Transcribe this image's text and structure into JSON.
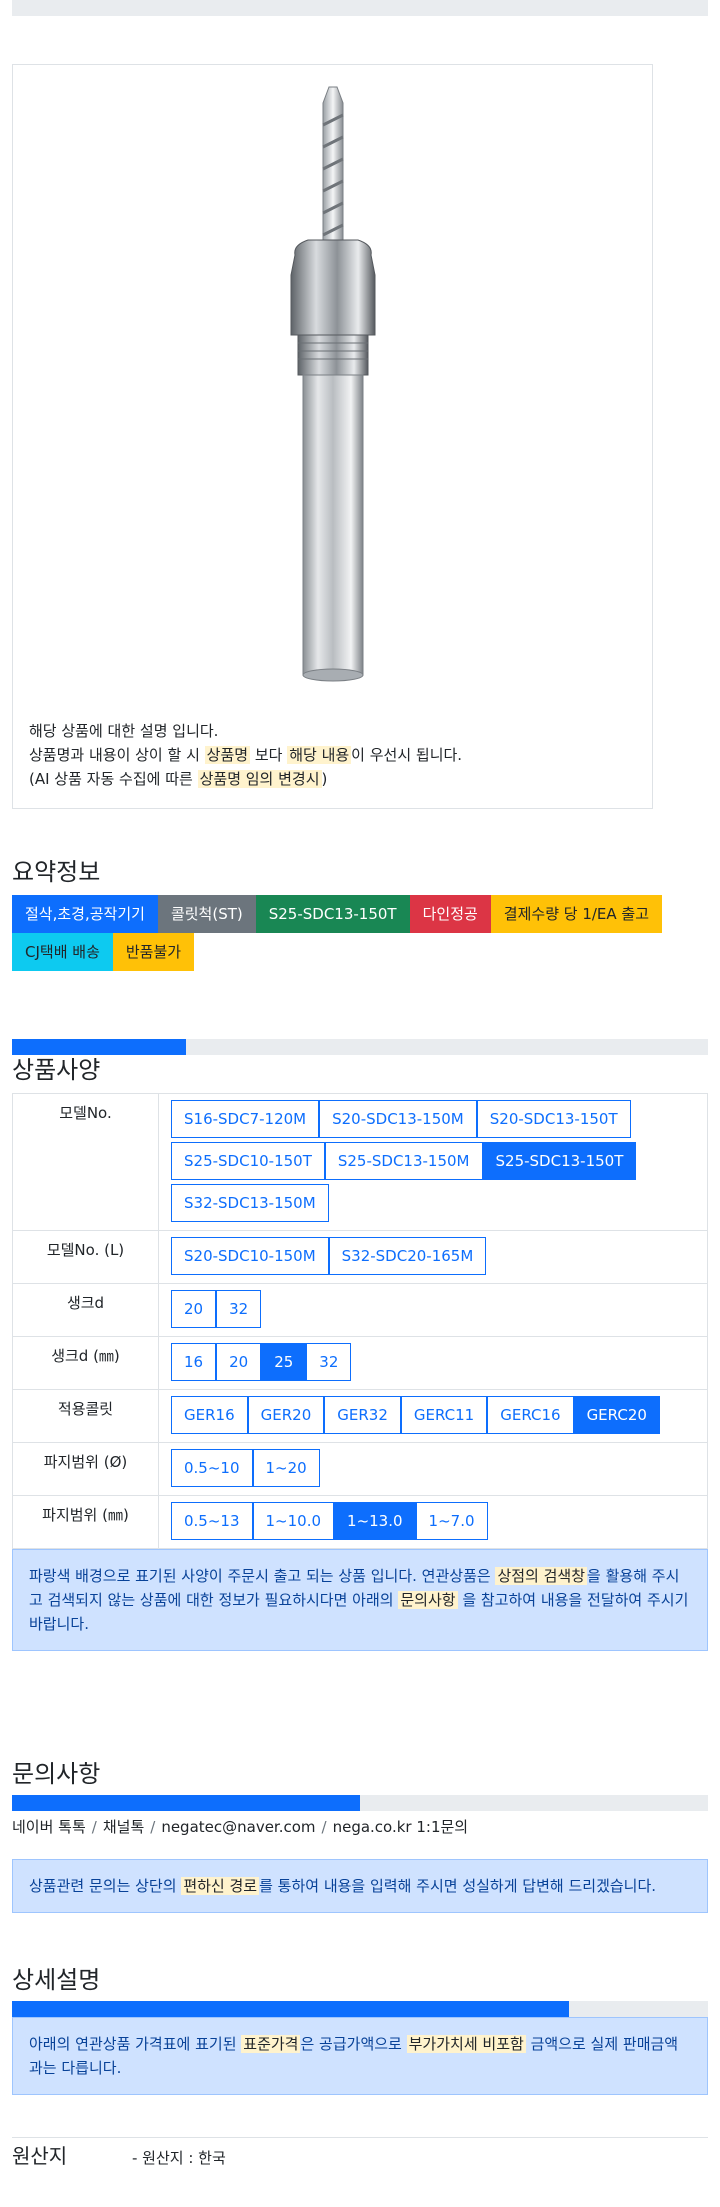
{
  "image": {
    "description_lines": [
      {
        "parts": [
          {
            "text": "해당 상품에 대한 설명 입니다."
          }
        ]
      },
      {
        "parts": [
          {
            "text": "상품명과 내용이 상이 할 시 "
          },
          {
            "text": "상품명",
            "hl": true
          },
          {
            "text": " 보다 "
          },
          {
            "text": "해당 내용",
            "hl": true
          },
          {
            "text": "이 우선시 됩니다."
          }
        ]
      },
      {
        "parts": [
          {
            "text": "(AI 상품 자동 수집에 따른 "
          },
          {
            "text": "상품명 임의 변경시",
            "hl": true
          },
          {
            "text": ")"
          }
        ]
      }
    ]
  },
  "summary": {
    "title": "요약정보",
    "badges": [
      {
        "label": "절삭,초경,공작기기",
        "color": "blue"
      },
      {
        "label": "콜릿척(ST)",
        "color": "gray"
      },
      {
        "label": "S25-SDC13-150T",
        "color": "green"
      },
      {
        "label": "다인정공",
        "color": "red"
      },
      {
        "label": "결제수량 당 1/EA 출고",
        "color": "yellow"
      },
      {
        "label": "CJ택배 배송",
        "color": "cyan"
      },
      {
        "label": "반품불가",
        "color": "yellow"
      }
    ]
  },
  "spec": {
    "progress": 0.25,
    "title": "상품사양",
    "rows": [
      {
        "label": "모델No.",
        "options": [
          {
            "label": "S16-SDC7-120M",
            "selected": false
          },
          {
            "label": "S20-SDC13-150M",
            "selected": false
          },
          {
            "label": "S20-SDC13-150T",
            "selected": false
          },
          {
            "label": "S25-SDC10-150T",
            "selected": false
          },
          {
            "label": "S25-SDC13-150M",
            "selected": false
          },
          {
            "label": "S25-SDC13-150T",
            "selected": true
          },
          {
            "label": "S32-SDC13-150M",
            "selected": false
          }
        ]
      },
      {
        "label": "모델No. (L)",
        "options": [
          {
            "label": "S20-SDC10-150M",
            "selected": false
          },
          {
            "label": "S32-SDC20-165M",
            "selected": false
          }
        ]
      },
      {
        "label": "생크d",
        "options": [
          {
            "label": "20",
            "selected": false
          },
          {
            "label": "32",
            "selected": false
          }
        ]
      },
      {
        "label": "생크d (㎜)",
        "options": [
          {
            "label": "16",
            "selected": false
          },
          {
            "label": "20",
            "selected": false
          },
          {
            "label": "25",
            "selected": true
          },
          {
            "label": "32",
            "selected": false
          }
        ]
      },
      {
        "label": "적용콜릿",
        "options": [
          {
            "label": "GER16",
            "selected": false
          },
          {
            "label": "GER20",
            "selected": false
          },
          {
            "label": "GER32",
            "selected": false
          },
          {
            "label": "GERC11",
            "selected": false
          },
          {
            "label": "GERC16",
            "selected": false
          },
          {
            "label": "GERC20",
            "selected": true
          }
        ]
      },
      {
        "label": "파지범위 (Ø)",
        "options": [
          {
            "label": "0.5~10",
            "selected": false
          },
          {
            "label": "1~20",
            "selected": false
          }
        ]
      },
      {
        "label": "파지범위 (㎜)",
        "options": [
          {
            "label": "0.5~13",
            "selected": false
          },
          {
            "label": "1~10.0",
            "selected": false
          },
          {
            "label": "1~13.0",
            "selected": true
          },
          {
            "label": "1~7.0",
            "selected": false
          }
        ]
      }
    ],
    "notice_parts": [
      {
        "text": "파랑색 배경으로 표기된 사양이 주문시 출고 되는 상품 입니다. 연관상품은 "
      },
      {
        "text": "상점의 검색창",
        "hl": true
      },
      {
        "text": "을 활용해 주시고 검색되지 않는 상품에 대한 정보가 필요하시다면 아래의 "
      },
      {
        "text": "문의사항",
        "hl": true
      },
      {
        "text": " 을 참고하여 내용을 전달하여 주시기 바랍니다."
      }
    ]
  },
  "inquiry": {
    "title": "문의사항",
    "progress": 0.5,
    "contacts": [
      "네이버 톡톡",
      "채널톡",
      "negatec@naver.com",
      "nega.co.kr 1:1문의"
    ],
    "notice_parts": [
      {
        "text": "상품관련 문의는 상단의 "
      },
      {
        "text": "편하신 경로",
        "hl": true
      },
      {
        "text": "를 통하여 내용을 입력해 주시면 성실하게 답변해 드리겠습니다."
      }
    ]
  },
  "detail": {
    "title": "상세설명",
    "progress": 0.8,
    "notice_parts": [
      {
        "text": "아래의 연관상품 가격표에 표기된 "
      },
      {
        "text": "표준가격",
        "hl": true
      },
      {
        "text": "은 공급가액으로 "
      },
      {
        "text": "부가가치세 비포함",
        "hl": true
      },
      {
        "text": " 금액으로 실제 판매금액과는 다릅니다."
      }
    ]
  },
  "origin": {
    "label": "원산지",
    "value": "- 원산지 : 한국"
  }
}
